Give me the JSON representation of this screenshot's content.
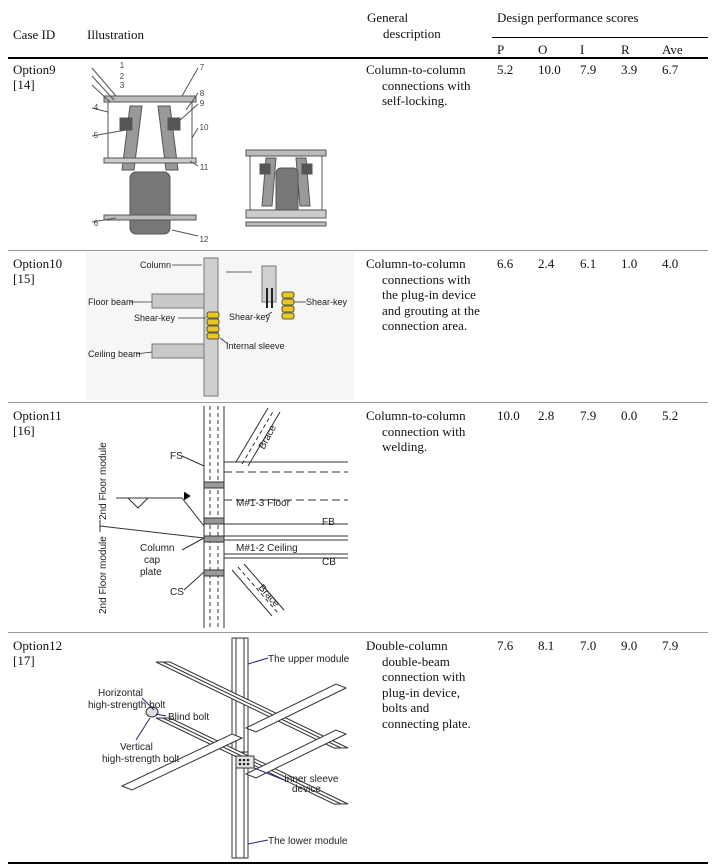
{
  "header": {
    "case_id": "Case ID",
    "illustration": "Illustration",
    "general_line1": "General",
    "general_line2": "description",
    "scores_title": "Design performance scores",
    "cols": [
      "P",
      "O",
      "I",
      "R",
      "Ave"
    ]
  },
  "rows": [
    {
      "id_line1": "Option9",
      "id_line2": "[14]",
      "description": "Column-to-column connections with self-locking.",
      "scores": [
        "5.2",
        "10.0",
        "7.9",
        "3.9",
        "6.7"
      ]
    },
    {
      "id_line1": "Option10",
      "id_line2": "[15]",
      "description": "Column-to-column connections with the plug-in device and grouting at the connection area.",
      "scores": [
        "6.6",
        "2.4",
        "6.1",
        "1.0",
        "4.0"
      ]
    },
    {
      "id_line1": "Option11",
      "id_line2": "[16]",
      "description": "Column-to-column connection with welding.",
      "scores": [
        "10.0",
        "2.8",
        "7.9",
        "0.0",
        "5.2"
      ]
    },
    {
      "id_line1": "Option12",
      "id_line2": "[17]",
      "description": "Double-column double-beam connection with plug-in device, bolts and connecting plate.",
      "scores": [
        "7.6",
        "8.1",
        "7.0",
        "9.0",
        "7.9"
      ]
    }
  ],
  "fig9": {
    "left_numbers": [
      "1",
      "2",
      "3",
      "4",
      "5",
      "6"
    ],
    "right_numbers": [
      "7",
      "8",
      "9",
      "10",
      "11",
      "12"
    ]
  },
  "fig10": {
    "column": "Column",
    "floor_beam": "Floor beam",
    "shear_key_left": "Shear-key",
    "shear_key_mid": "Shear-key",
    "shear_key_right": "Shear-key",
    "internal_sleeve": "Internal sleeve",
    "ceiling_beam": "Ceiling beam"
  },
  "fig11": {
    "fs": "FS",
    "brace_top": "Brace",
    "floor_module_top": "2nd Floor module",
    "m_floor": "M#1-3 Floor",
    "fb": "FB",
    "column": "Column",
    "cap": "cap",
    "plate": "plate",
    "m_ceiling": "M#1-2 Ceiling",
    "cb": "CB",
    "cs": "CS",
    "floor_module_bottom": "2nd Floor module",
    "brace_bottom": "Brace"
  },
  "fig12": {
    "upper_module": "The upper module",
    "horizontal_bolt_1": "Horizontal",
    "horizontal_bolt_2": "high-strength bolt",
    "blind_bolt": "Blind bolt",
    "vertical_bolt_1": "Vertical",
    "vertical_bolt_2": "high-strength bolt",
    "inner_sleeve_1": "Inner sleeve",
    "inner_sleeve_2": "device",
    "lower_module": "The lower module"
  }
}
